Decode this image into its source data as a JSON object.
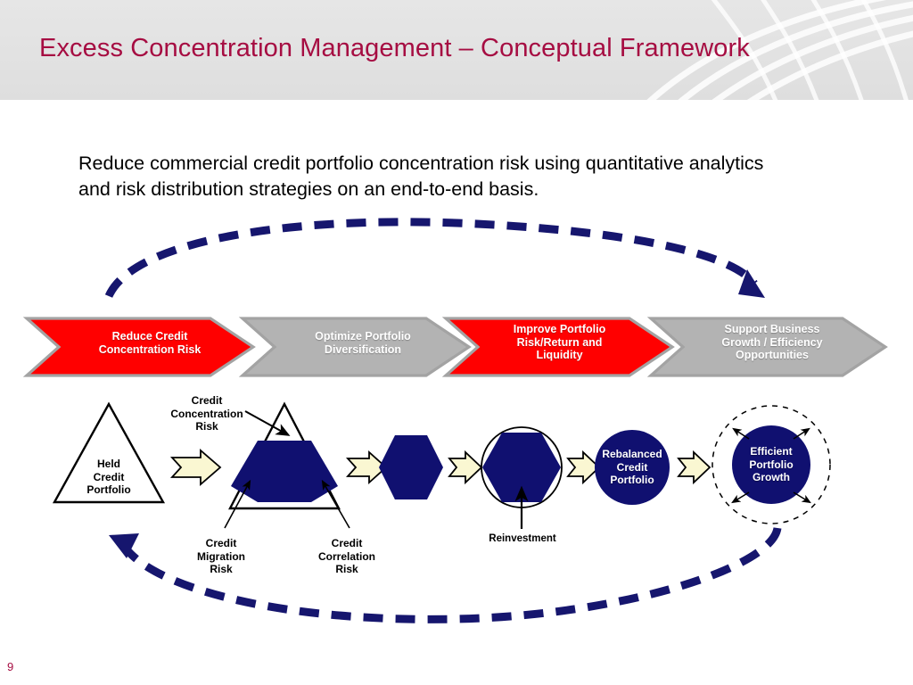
{
  "header": {
    "title": "Excess Concentration Management – Conceptual Framework",
    "title_color": "#a60d42",
    "band_color": "#e3e3e3"
  },
  "intro": {
    "text": "Reduce commercial credit portfolio concentration risk using quantitative analytics and risk distribution strategies on an end-to-end basis."
  },
  "colors": {
    "red": "#FF0000",
    "gray": "#B3B3B3",
    "navy": "#101070",
    "cream": "#FAF7D2",
    "crimson": "#a60d42",
    "outline": "#9A9A9A"
  },
  "chevrons": [
    {
      "label": "Reduce Credit\nConcentration Risk",
      "line1": "Reduce Credit",
      "line2": "Concentration Risk",
      "line3": "",
      "color": "#FF0000"
    },
    {
      "label": "Optimize Portfolio\nDiversification",
      "line1": "Optimize Portfolio",
      "line2": "Diversification",
      "line3": "",
      "color": "#B3B3B3"
    },
    {
      "label": "Improve Portfolio\nRisk/Return and\nLiquidity",
      "line1": "Improve Portfolio",
      "line2": "Risk/Return and",
      "line3": "Liquidity",
      "color": "#FF0000"
    },
    {
      "label": "Support Business\nGrowth / Efficiency\nOpportunities",
      "line1": "Support Business",
      "line2": "Growth / Efficiency",
      "line3": "Opportunities",
      "color": "#B3B3B3"
    }
  ],
  "flow": {
    "held_portfolio": {
      "line1": "Held",
      "line2": "Credit",
      "line3": "Portfolio"
    },
    "rebalanced_portfolio": {
      "line1": "Rebalanced",
      "line2": "Credit",
      "line3": "Portfolio"
    },
    "efficient_growth": {
      "line1": "Efficient",
      "line2": "Portfolio",
      "line3": "Growth"
    },
    "callouts": {
      "concentration_risk": {
        "line1": "Credit",
        "line2": "Concentration",
        "line3": "Risk"
      },
      "migration_risk": {
        "line1": "Credit",
        "line2": "Migration",
        "line3": "Risk"
      },
      "correlation_risk": {
        "line1": "Credit",
        "line2": "Correlation",
        "line3": "Risk"
      },
      "reinvestment": {
        "line1": "Reinvestment"
      }
    }
  },
  "footer": {
    "page_number": "9"
  }
}
